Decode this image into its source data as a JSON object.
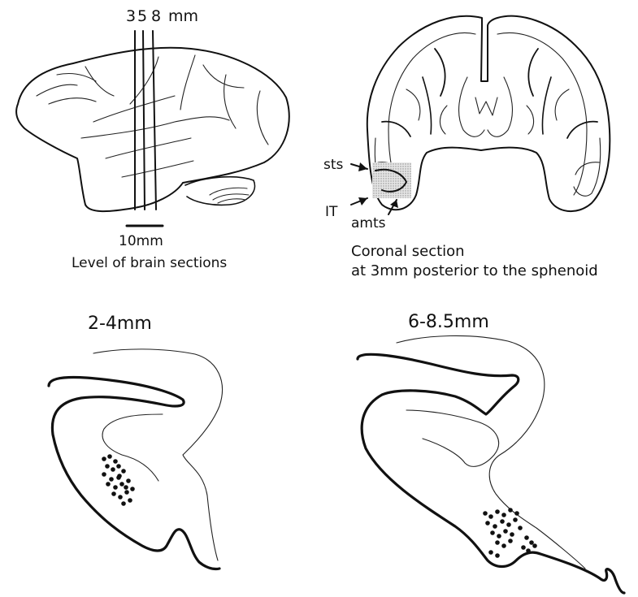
{
  "lateral_view": {
    "section_markers": [
      "3",
      "5",
      "8",
      "mm"
    ],
    "scale_bar_label": "10mm",
    "caption": "Level of brain sections"
  },
  "coronal_view": {
    "sulcus_labels": {
      "sts": "sts",
      "it": "IT",
      "amts": "amts"
    },
    "caption_line1": "Coronal section",
    "caption_line2": "at 3mm posterior to the sphenoid"
  },
  "panel_left": {
    "title": "2-4mm"
  },
  "panel_right": {
    "title": "6-8.5mm"
  },
  "colors": {
    "ink": "#111111",
    "shading": "#bdbdbd"
  }
}
